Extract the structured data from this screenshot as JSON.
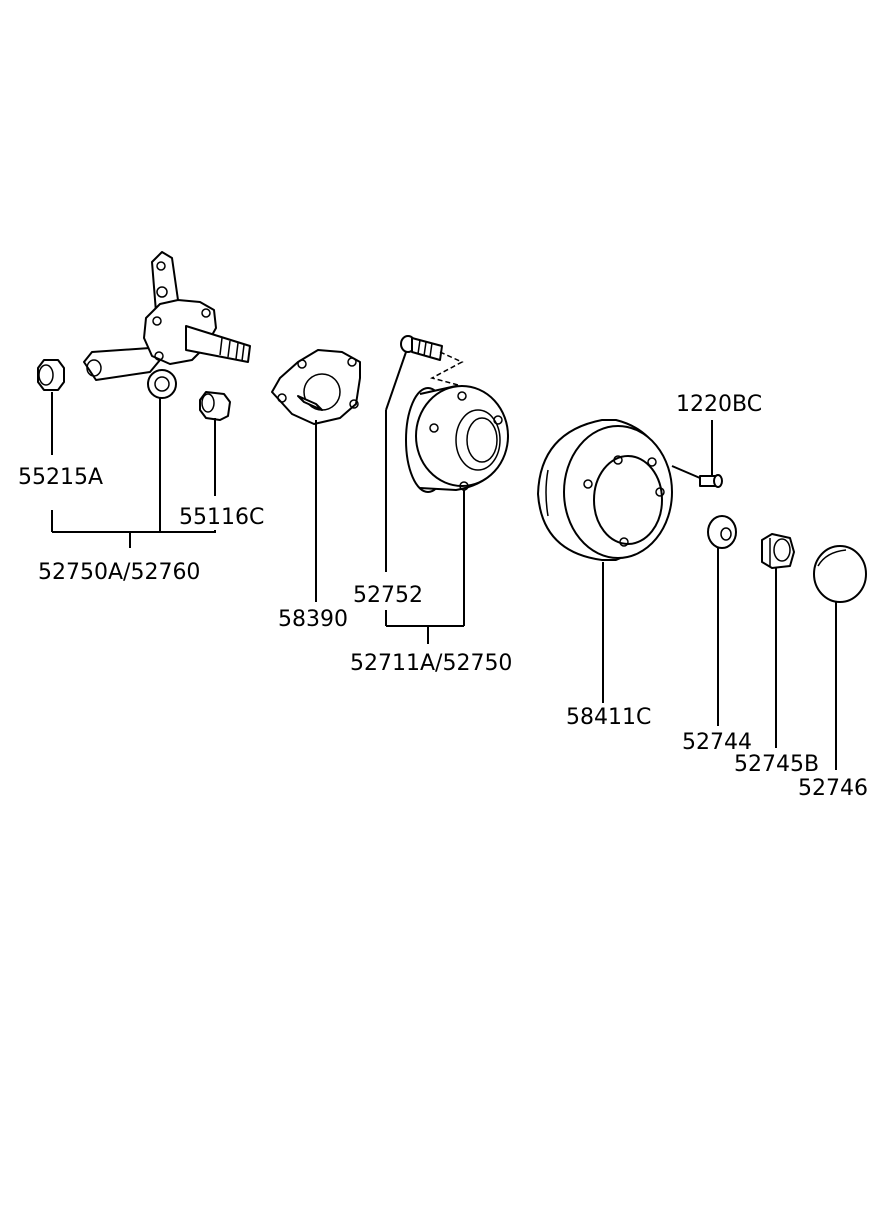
{
  "labels": {
    "l55215A": "55215A",
    "l55116C": "55116C",
    "l52750A_52760": "52750A/52760",
    "l58390": "58390",
    "l52752": "52752",
    "l52711A_52750": "52711A/52750",
    "l1220BC": "1220BC",
    "l58411C": "58411C",
    "l52744": "52744",
    "l52745B": "52745B",
    "l52746": "52746"
  }
}
